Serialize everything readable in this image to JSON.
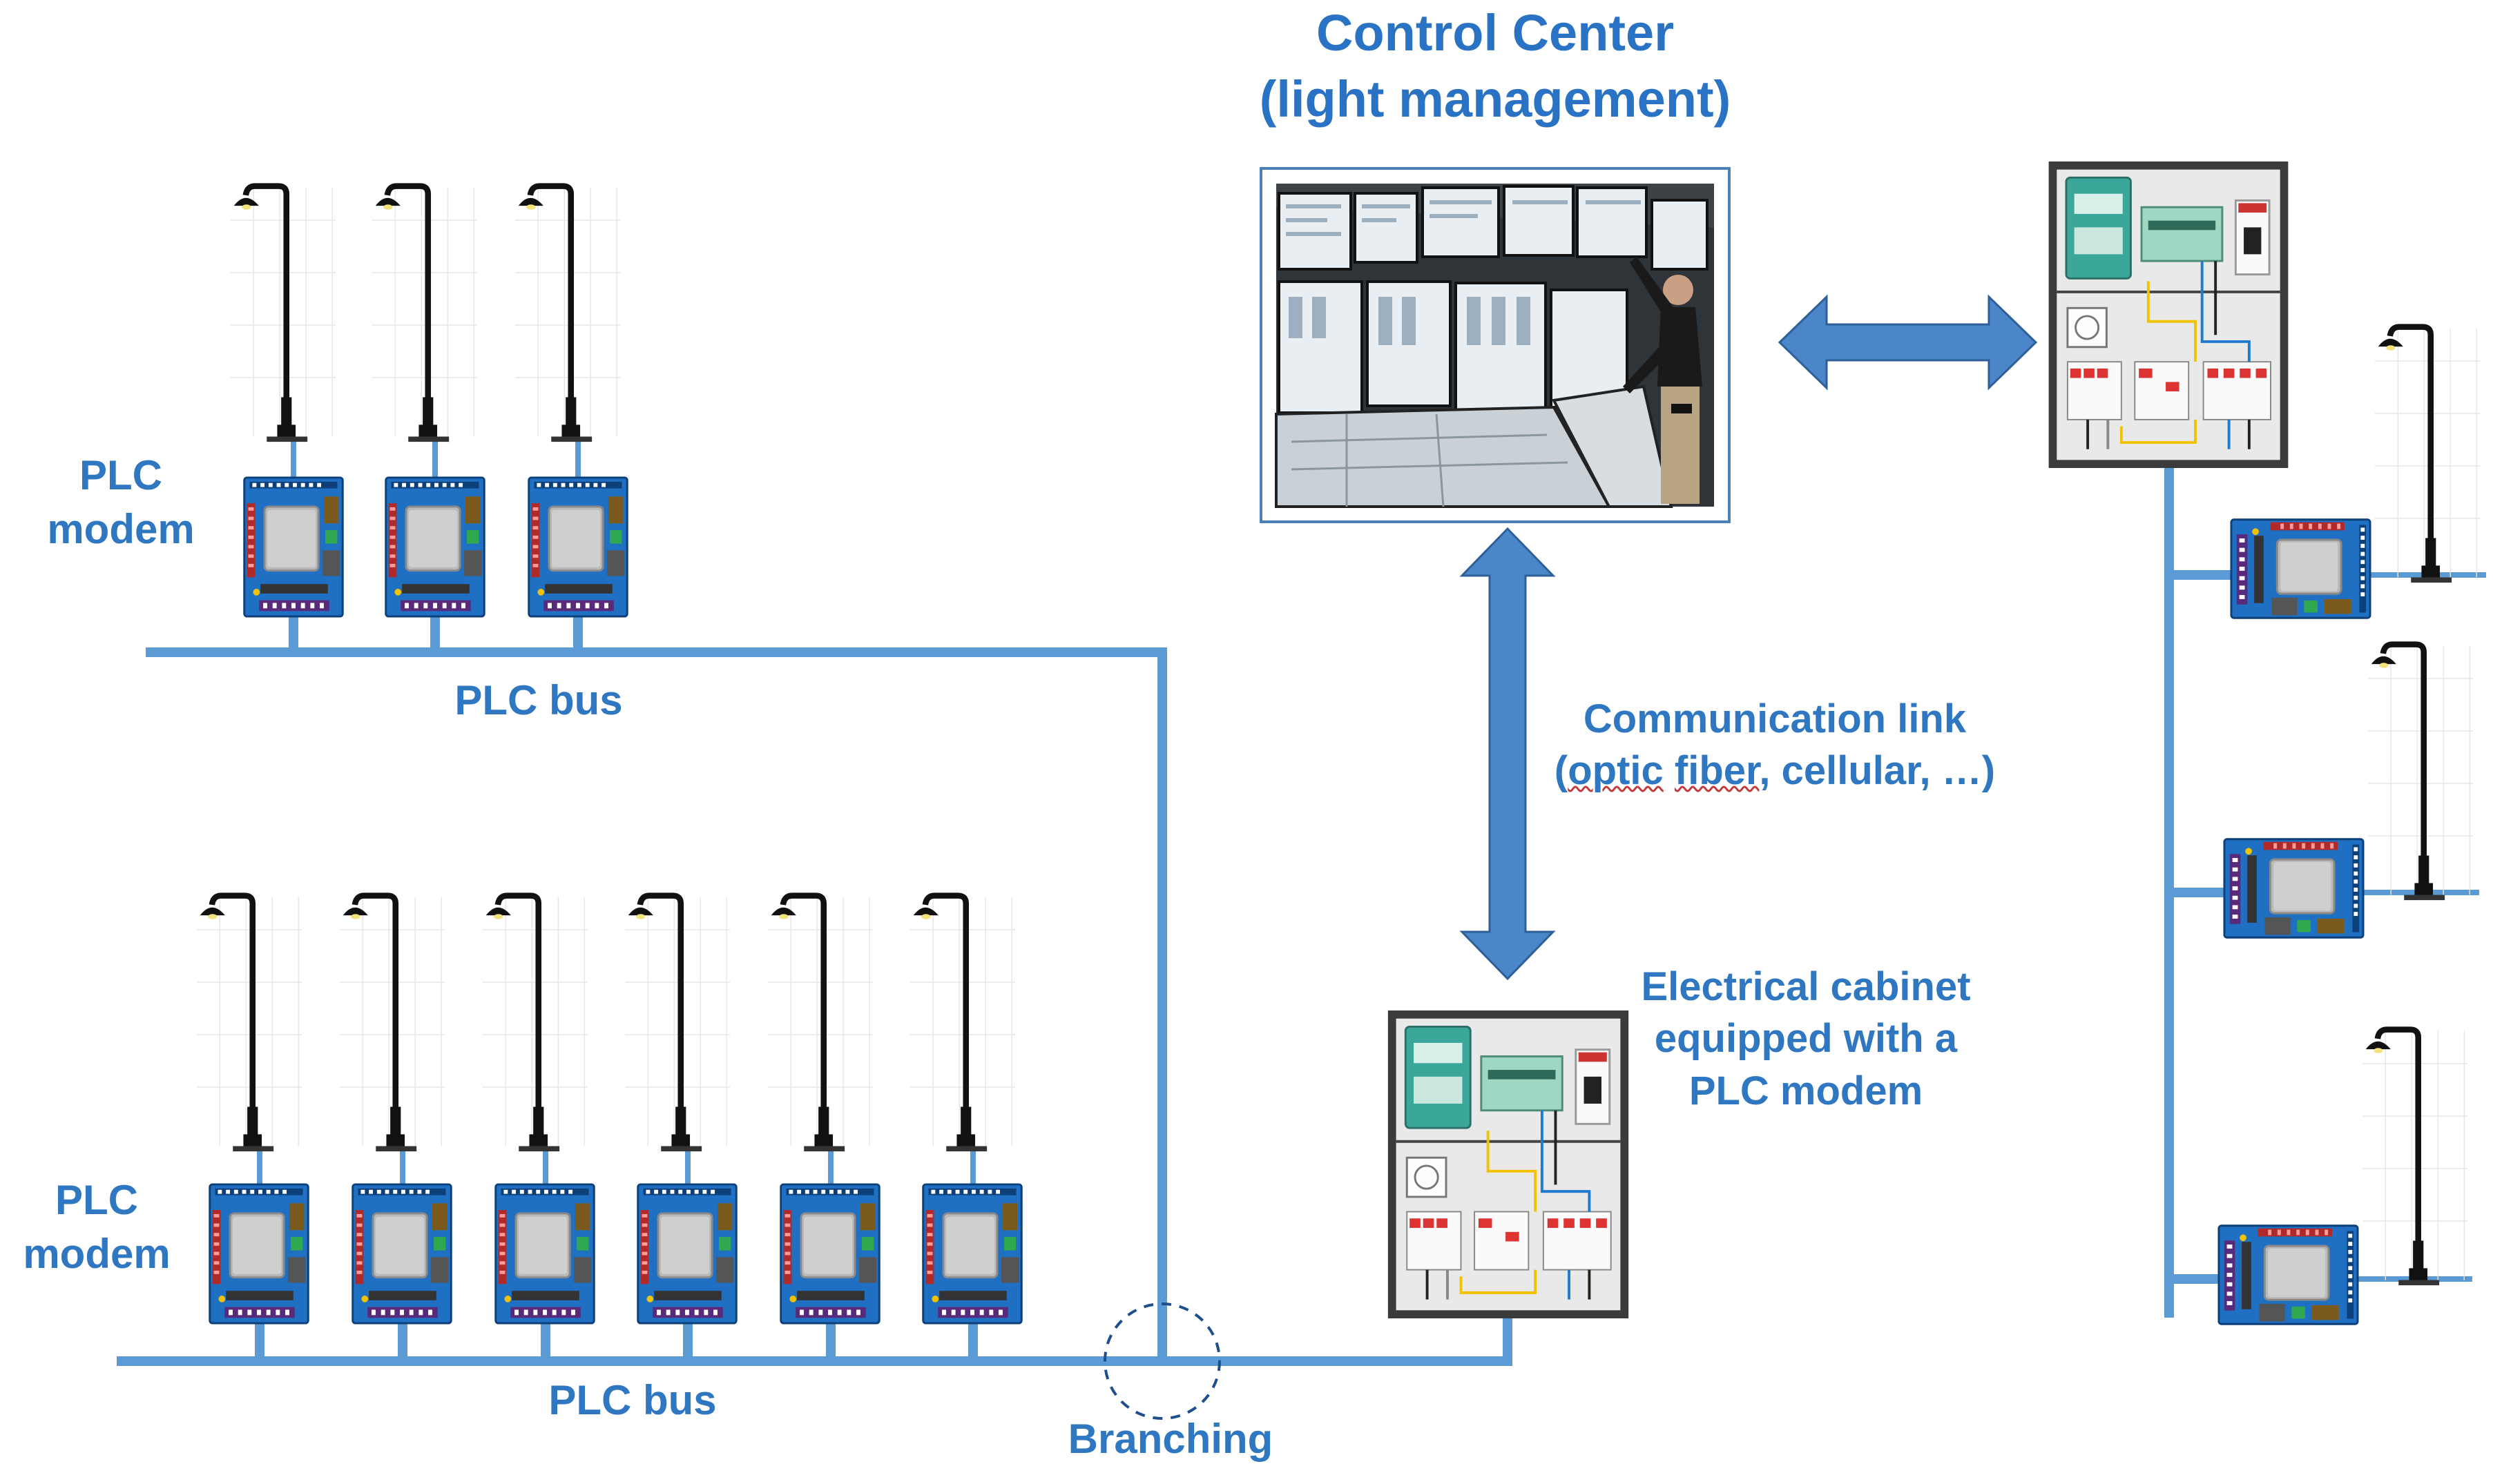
{
  "title": {
    "line1": "Control Center",
    "line2": "(light management)"
  },
  "labels": {
    "plc_modem_top": [
      "PLC",
      "modem"
    ],
    "plc_modem_bottom": [
      "PLC",
      "modem"
    ],
    "plc_bus_top": "PLC bus",
    "plc_bus_bottom": "PLC bus",
    "branching": "Branching",
    "comm_link": {
      "line1": "Communication link",
      "line2_pre": "(",
      "line2_w1": "optic",
      "line2_sp": " ",
      "line2_w2": "fiber",
      "line2_post": ", cellular, …)"
    },
    "cabinet": [
      "Electrical cabinet",
      "equipped with a",
      "PLC modem"
    ]
  },
  "colors": {
    "bus": "#5b9bd5",
    "arrow": "#4a86c8",
    "label": "#2f77c0",
    "modem_board": "#1f6fc2",
    "cabinet_frame": "#3a3a3a"
  },
  "icons": {
    "lamp": "street-lamp-icon",
    "modem": "plc-modem-board-icon",
    "cabinet": "electrical-cabinet-icon",
    "control_room": "control-room-photo"
  }
}
